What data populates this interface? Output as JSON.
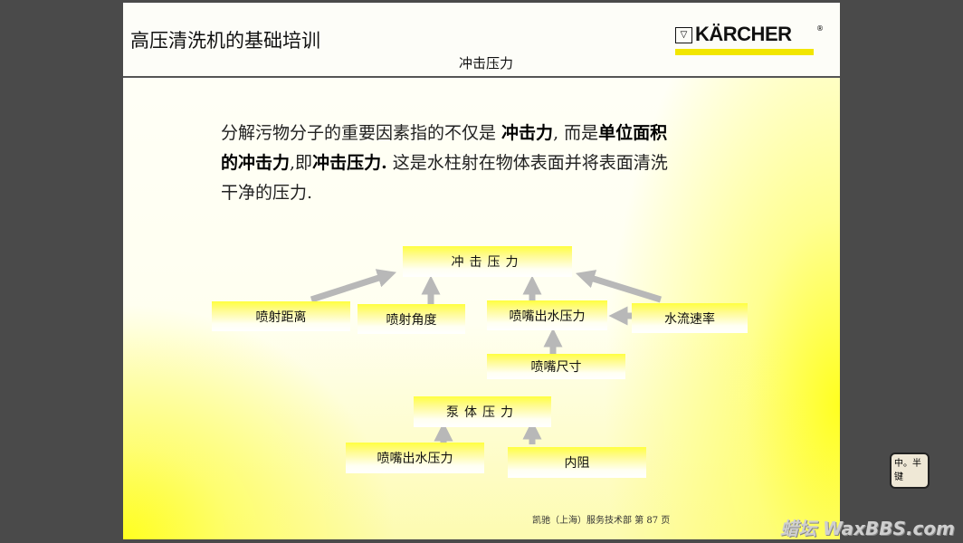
{
  "header": {
    "title": "高压清洗机的基础培训",
    "subtitle": "冲击压力",
    "logo": "KÄRCHER"
  },
  "paragraph": {
    "p1": "分解污物分子的重要因素指的不仅是 ",
    "b1": "冲击力",
    "p2": ", 而是",
    "b2": "单位面积的冲击力",
    "p3": ",即",
    "b3": "冲击压力.",
    "p4": " 这是水柱射在物体表面并将表面清洗干净的压力."
  },
  "diagram": {
    "top": "冲击压力",
    "spray_distance": "喷射距离",
    "spray_angle": "喷射角度",
    "nozzle_pressure": "喷嘴出水压力",
    "flow_rate": "水流速率",
    "nozzle_size": "喷嘴尺寸",
    "pump_pressure": "泵体压力",
    "nozzle_pressure_2": "喷嘴出水压力",
    "internal_resistance": "内阻"
  },
  "footer": {
    "text": "凯驰（上海）服务技术部  第 87 页"
  },
  "watermark": {
    "text": "蜡坛 WaxBBS.com",
    "sticker": "中。半键"
  },
  "colors": {
    "arrow": "#b8b8b8",
    "box_yellow": "#ffff40",
    "brand_yellow": "#f2e600"
  }
}
